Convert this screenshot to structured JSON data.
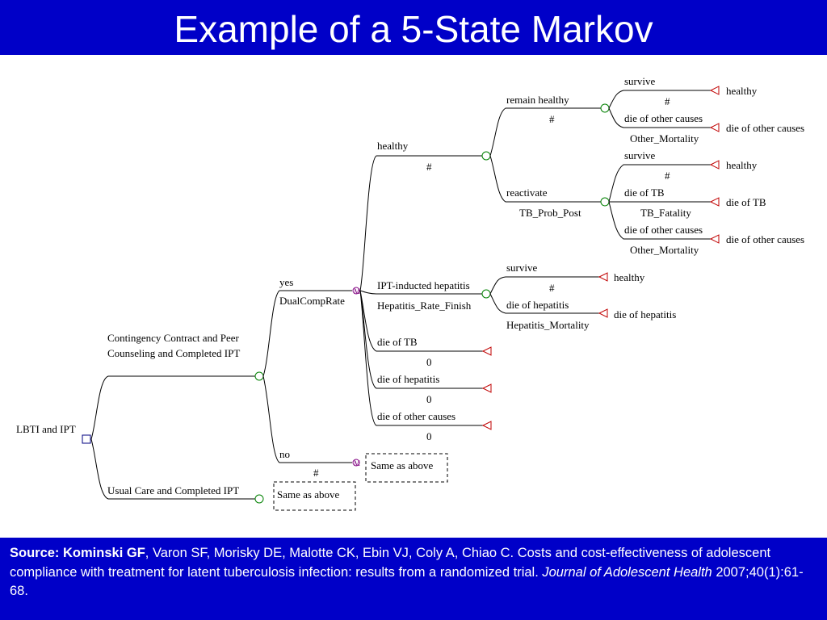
{
  "title": "Example of a 5-State Markov",
  "tree": {
    "root": "LBTI and IPT",
    "branch_contingency_line1": "Contingency Contract and Peer",
    "branch_contingency_line2": "Counseling and Completed IPT",
    "branch_usual_care": "Usual Care and Completed IPT",
    "usual_care_same": "Same as above",
    "yes": "yes",
    "yes_prob": "DualCompRate",
    "no": "no",
    "no_prob": "#",
    "no_same": "Same as above",
    "healthy": "healthy",
    "healthy_prob": "#",
    "remain_healthy": "remain healthy",
    "remain_healthy_prob": "#",
    "rh_survive": "survive",
    "rh_survive_prob": "#",
    "rh_terminal_healthy": "healthy",
    "rh_die_other": "die of other causes",
    "rh_die_other_prob": "Other_Mortality",
    "rh_terminal_die_other": "die of other causes",
    "reactivate": "reactivate",
    "reactivate_prob": "TB_Prob_Post",
    "ra_survive": "survive",
    "ra_survive_prob": "#",
    "ra_terminal_healthy": "healthy",
    "ra_die_tb": "die of TB",
    "ra_die_tb_prob": "TB_Fatality",
    "ra_terminal_die_tb": "die of TB",
    "ra_die_other": "die of other causes",
    "ra_die_other_prob": "Other_Mortality",
    "ra_terminal_die_other": "die of other causes",
    "ipt_hepatitis": "IPT-inducted hepatitis",
    "ipt_hepatitis_prob": "Hepatitis_Rate_Finish",
    "ih_survive": "survive",
    "ih_survive_prob": "#",
    "ih_terminal_healthy": "healthy",
    "ih_die_hep": "die of hepatitis",
    "ih_die_hep_prob": "Hepatitis_Mortality",
    "ih_terminal_die_hep": "die of hepatitis",
    "die_tb": "die of TB",
    "die_tb_prob": "0",
    "die_hep": "die of hepatitis",
    "die_hep_prob": "0",
    "die_other": "die of other causes",
    "die_other_prob": "0"
  },
  "source": {
    "label": "Source: Kominski GF",
    "text1": ", Varon SF, Morisky DE, Malotte CK, Ebin VJ, Coly A, Chiao C. Costs and cost-effectiveness of adolescent compliance with treatment for latent tuberculosis infection: results from a randomized trial. ",
    "journal": "Journal of Adolescent Health",
    "text2": " 2007;40(1):61-68."
  },
  "colors": {
    "bar": "#0000c8",
    "chance_node": "#008000",
    "markov_node": "#800080",
    "decision_node": "#000080",
    "terminal_node": "#c00000"
  }
}
